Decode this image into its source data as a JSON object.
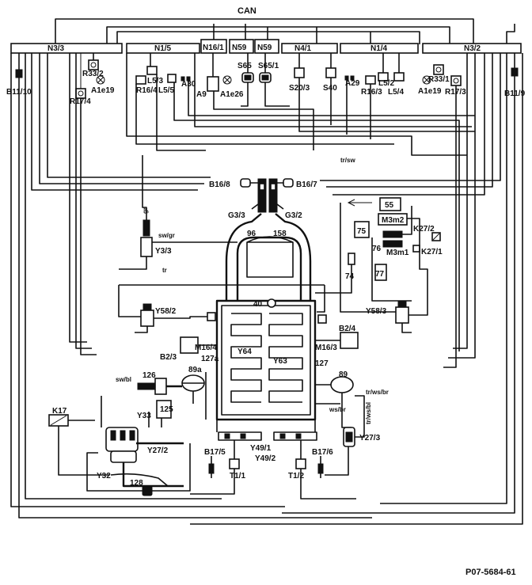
{
  "title": "CAN",
  "reference": "P07-5684-61",
  "modules": {
    "n3_3": "N3/3",
    "n1_5": "N1/5",
    "n16_1": "N16/1",
    "n59_a": "N59",
    "n59_b": "N59",
    "n4_1": "N4/1",
    "n1_4": "N1/4",
    "n3_2": "N3/2"
  },
  "components": {
    "b11_10": "B11/10",
    "r33_2": "R33/2",
    "a1e19_l": "A1e19",
    "r17_4": "R17/4",
    "l5_3": "L5/3",
    "r16_4": "R16/4",
    "l5_5": "L5/5",
    "a30": "A30",
    "a9": "A9",
    "a1e26": "A1e26",
    "s65": "S65",
    "s65_1": "S65/1",
    "s20_3": "S20/3",
    "s40": "S40",
    "a29": "A29",
    "l5_2": "L5/2",
    "r16_3": "R16/3",
    "l5_4": "L5/4",
    "a1e19_r": "A1e19",
    "r33_1": "R33/1",
    "r17_3": "R17/3",
    "b11_9": "B11/9",
    "tr_sw": "tr/sw",
    "b16_8": "B16/8",
    "b16_7": "B16/7",
    "g3_3": "G3/3",
    "g3_2": "G3/2",
    "n96": "96",
    "n158": "158",
    "y3_3": "Y3/3",
    "sw_gr": "sw/gr",
    "tr_left": "tr",
    "gr_s": "gr",
    "n55": "55",
    "m3m2": "M3m2",
    "k27_2": "K27/2",
    "n75": "75",
    "n76": "76",
    "m3m1": "M3m1",
    "k27_1": "K27/1",
    "n77": "77",
    "n74": "74",
    "n40": "40",
    "y58_2": "Y58/2",
    "y58_3": "Y58/3",
    "b2_4": "B2/4",
    "b2_3": "B2/3",
    "m16_4": "M16/4",
    "m16_3": "M16/3",
    "y64": "Y64",
    "y63": "Y63",
    "n127a": "127a",
    "n127": "127",
    "n126": "126",
    "n89a": "89a",
    "n89": "89",
    "k17": "K17",
    "n125": "125",
    "y33": "Y33",
    "y27_2": "Y27/2",
    "y27_3": "Y27/3",
    "y32": "Y32",
    "n128": "128",
    "b17_5": "B17/5",
    "b17_6": "B17/6",
    "t1_1": "T1/1",
    "t1_2": "T1/2",
    "y49_1": "Y49/1",
    "y49_2": "Y49/2",
    "sw_bl": "sw/bl",
    "tr_ws_bl": "tr/ws/bl",
    "tr_ws_br": "tr/ws/br",
    "ws_br": "ws/br"
  },
  "icons": [
    "relay-icon",
    "sensor-icon",
    "motor-icon",
    "valve-icon",
    "switch-icon",
    "lamp-icon"
  ]
}
